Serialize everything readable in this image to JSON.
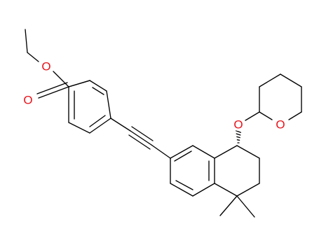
{
  "structure": {
    "atoms": {
      "oxygen_labels": [
        "O",
        "O",
        "O",
        "O"
      ]
    }
  },
  "colors": {
    "bond": "#000000",
    "heteroatom_oxygen": "#e8141c",
    "background": "#ffffff"
  }
}
